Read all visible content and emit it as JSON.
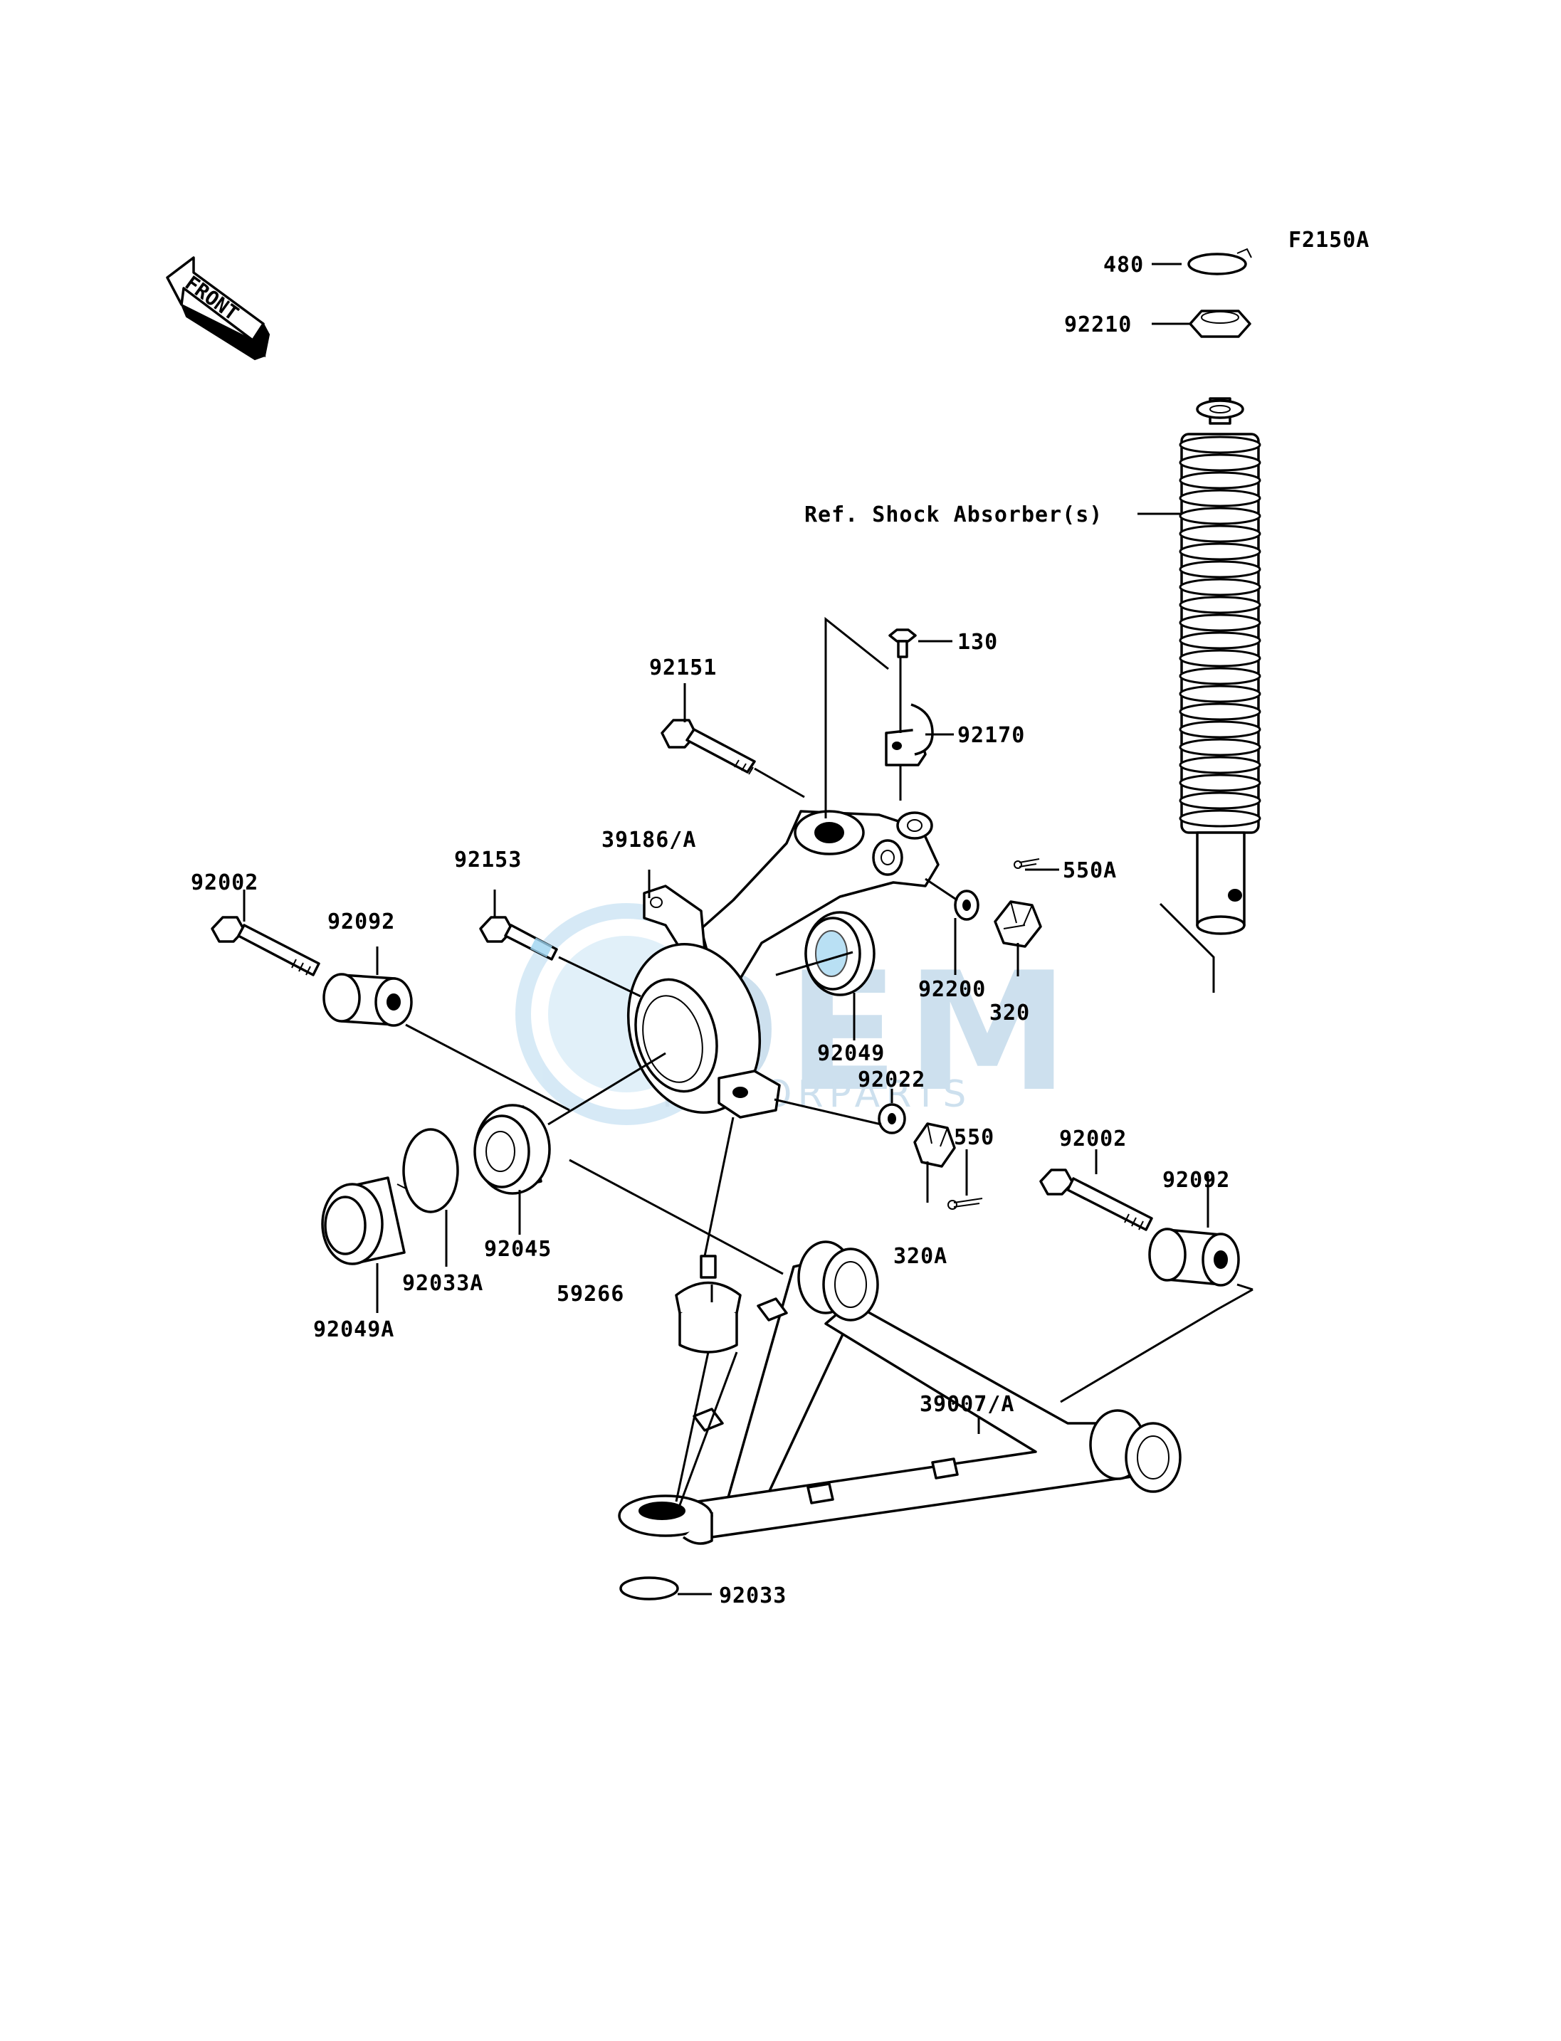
{
  "figure_code": "F2150A",
  "front_label": "FRONT",
  "ref_note": "Ref. Shock Absorber(s)",
  "watermark": {
    "brand": "OEM",
    "sub": "MOTORPARTS"
  },
  "callouts": {
    "c480": "480",
    "c92210": "92210",
    "c130": "130",
    "c92151": "92151",
    "c92170": "92170",
    "c39186": "39186/A",
    "c92153": "92153",
    "c550A": "550A",
    "c92002a": "92002",
    "c92092a": "92092",
    "c92200": "92200",
    "c320": "320",
    "c92049": "92049",
    "c92022": "92022",
    "c550": "550",
    "c92002b": "92002",
    "c92092b": "92092",
    "c92045": "92045",
    "c92033A": "92033A",
    "c320A": "320A",
    "c92049A": "92049A",
    "c59266": "59266",
    "c39007": "39007/A",
    "c92033": "92033"
  }
}
